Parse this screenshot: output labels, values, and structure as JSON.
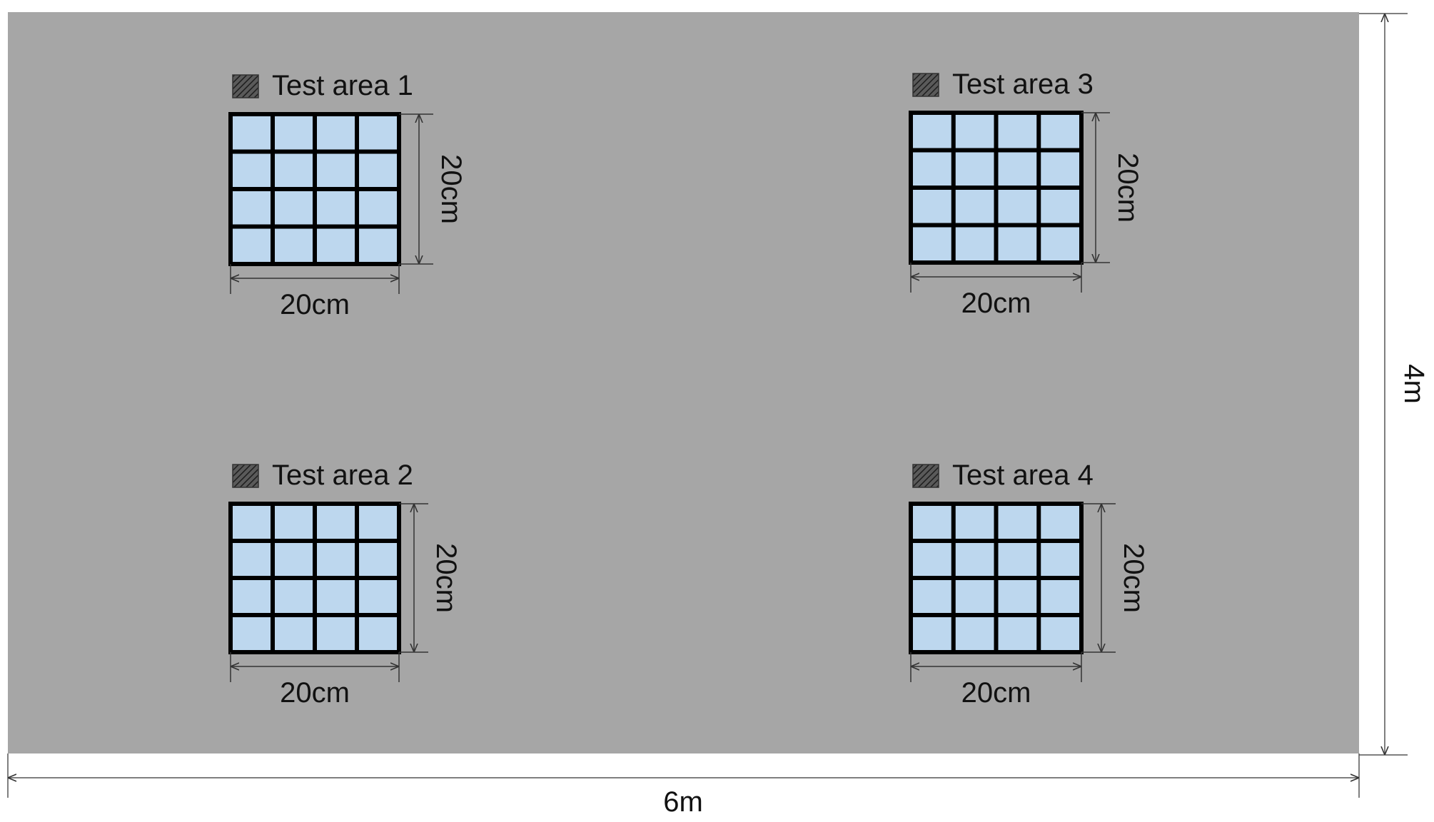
{
  "floor": {
    "width_label": "6m",
    "height_label": "4m",
    "color": "#a6a6a6"
  },
  "grid": {
    "rows": 4,
    "cols": 4,
    "cell_color": "#bdd7ee",
    "line_color": "#000000"
  },
  "test_areas": [
    {
      "id": 1,
      "title": "Test area 1",
      "icon": "hatched-square-icon",
      "width_label": "20cm",
      "height_label": "20cm"
    },
    {
      "id": 2,
      "title": "Test area 2",
      "icon": "hatched-square-icon",
      "width_label": "20cm",
      "height_label": "20cm"
    },
    {
      "id": 3,
      "title": "Test area 3",
      "icon": "hatched-square-icon",
      "width_label": "20cm",
      "height_label": "20cm"
    },
    {
      "id": 4,
      "title": "Test area 4",
      "icon": "hatched-square-icon",
      "width_label": "20cm",
      "height_label": "20cm"
    }
  ]
}
